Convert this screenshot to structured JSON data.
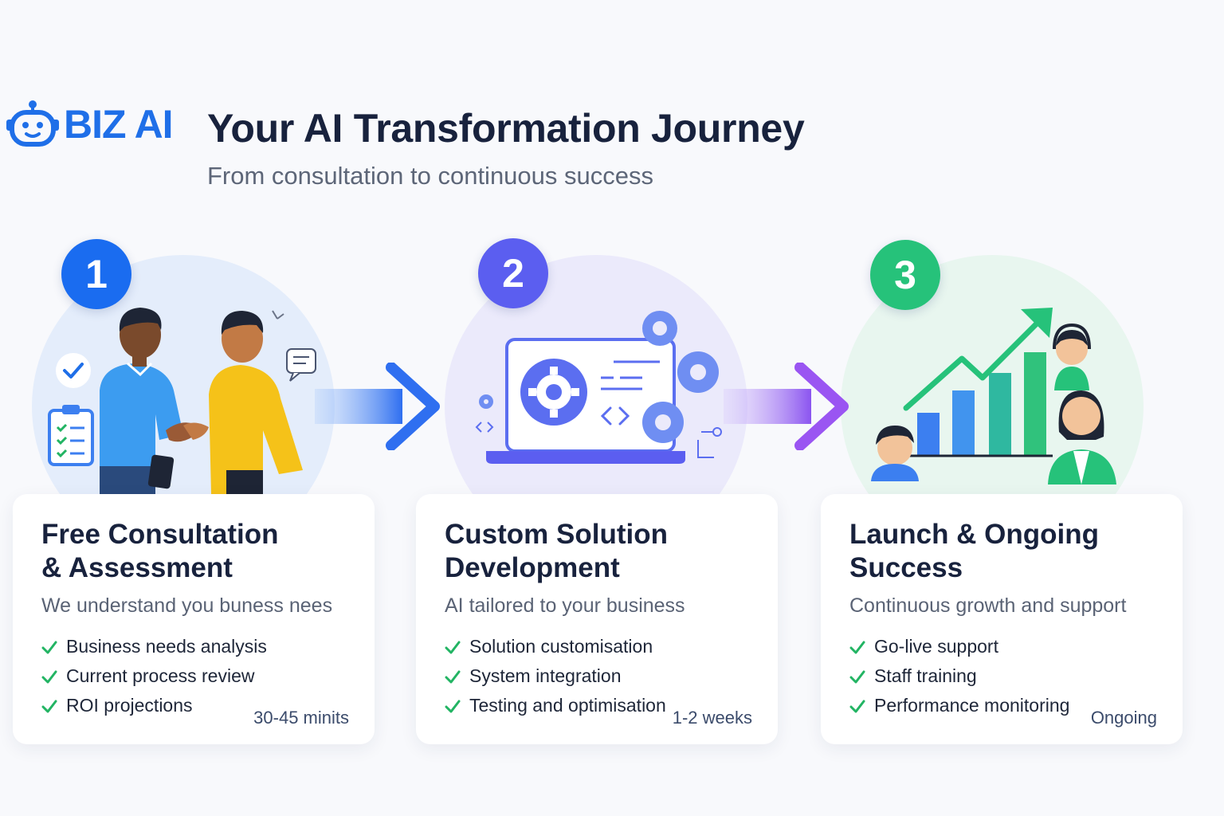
{
  "brand": {
    "name": "BIZ AI",
    "icon": "robot-icon",
    "color": "#1f6fe8"
  },
  "header": {
    "title": "Your AI Transformation Journey",
    "subtitle": "From consultation to continuous success"
  },
  "steps": [
    {
      "number": "1",
      "color": "#1a6cf0",
      "illustration": "handshake-illustration",
      "title_line1": "Free Consultation",
      "title_line2": "& Assessment",
      "description": "We understand you buness nees",
      "items": [
        "Business needs analysis",
        "Current process review",
        "ROI projections"
      ],
      "duration": "30-45 minits"
    },
    {
      "number": "2",
      "color": "#5b5ef0",
      "illustration": "laptop-gears-illustration",
      "title_line1": "Custom Solution",
      "title_line2": "Development",
      "description": "AI tailored to your business",
      "items": [
        "Solution customisation",
        "System integration",
        "Testing and optimisation"
      ],
      "duration": "1-2 weeks"
    },
    {
      "number": "3",
      "color": "#26c27a",
      "illustration": "growth-chart-illustration",
      "title_line1": "Launch & Ongoing",
      "title_line2": "Success",
      "description": "Continuous growth and support",
      "items": [
        "Go-live support",
        "Staff training",
        "Performance monitoring"
      ],
      "duration": "Ongoing"
    }
  ],
  "check_icon": "checkmark-icon",
  "check_color": "#22b463"
}
